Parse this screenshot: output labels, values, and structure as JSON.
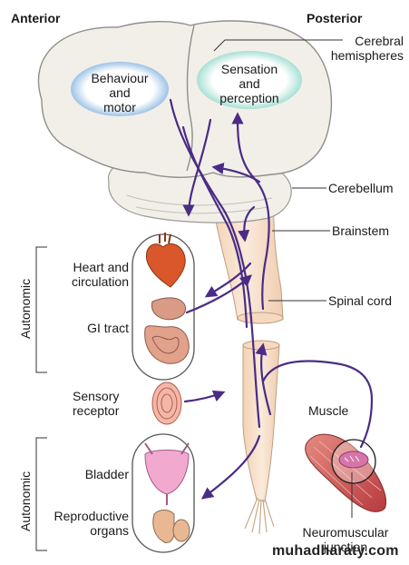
{
  "header": {
    "anterior": "Anterior",
    "posterior": "Posterior"
  },
  "regions": {
    "behaviour_motor": [
      "Behaviour",
      "and",
      "motor"
    ],
    "sensation_perception": [
      "Sensation",
      "and",
      "perception"
    ]
  },
  "labels": {
    "cerebral_hemispheres": [
      "Cerebral",
      "hemispheres"
    ],
    "cerebellum": "Cerebellum",
    "brainstem": "Brainstem",
    "spinal_cord": "Spinal cord",
    "muscle": "Muscle",
    "neuromuscular_junction": [
      "Neuromuscular",
      "junction"
    ]
  },
  "autonomic_upper": {
    "title": "Autonomic",
    "heart": [
      "Heart and",
      "circulation"
    ],
    "gi": "GI tract"
  },
  "sensory": [
    "Sensory",
    "receptor"
  ],
  "autonomic_lower": {
    "title": "Autonomic",
    "bladder": "Bladder",
    "reproductive": [
      "Reproductive",
      "organs"
    ]
  },
  "watermark": "muhadharaty.com",
  "colors": {
    "pathway": "#4a2c86",
    "brain_fill": "#f2efe9",
    "cord_fill": "#f6e0c8",
    "behaviour_glow": "#9ec3e6",
    "sensation_glow": "#a7e0d4",
    "heart": "#d9572b",
    "muscle": "#c9474a",
    "bladder": "#f1a9cf"
  }
}
